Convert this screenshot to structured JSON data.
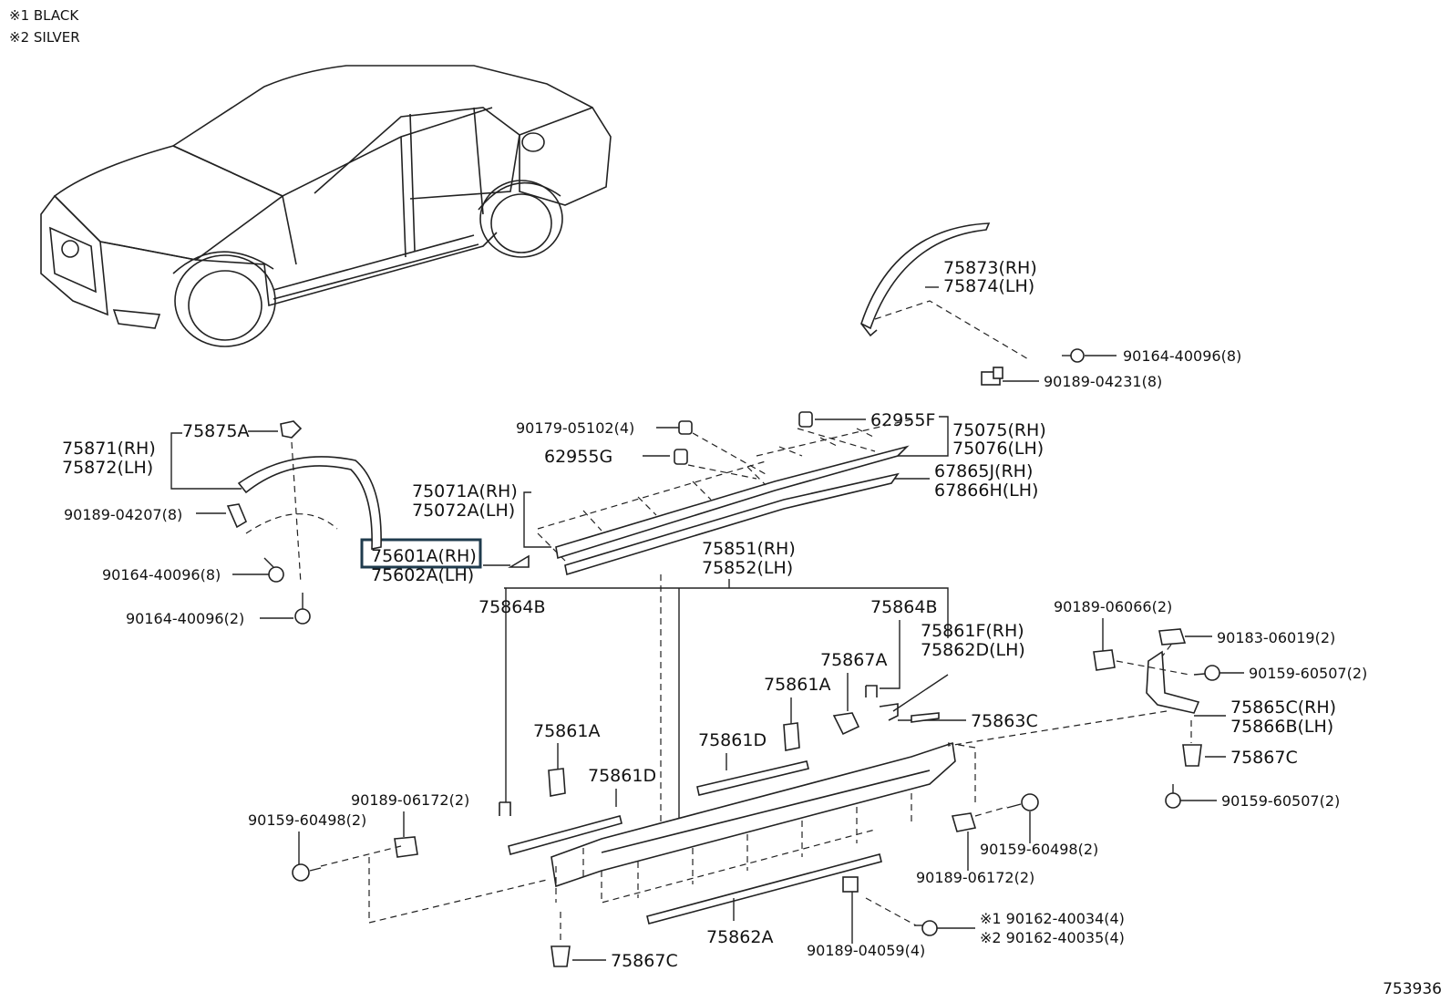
{
  "notes": [
    "※1 BLACK",
    "※2 SILVER"
  ],
  "diagram_id": "753936",
  "labels": {
    "p75873": "75873(RH)",
    "p75874": "75874(LH)",
    "p90164_40096_top": "90164-40096(8)",
    "p90189_04231": "90189-04231(8)",
    "p90179_05102": "90179-05102(4)",
    "p62955F": "62955F",
    "p75075": "75075(RH)",
    "p75076": "75076(LH)",
    "p62955G": "62955G",
    "p67865J": "67865J(RH)",
    "p67866H": "67866H(LH)",
    "p75871": "75871(RH)",
    "p75872": "75872(LH)",
    "p75875A": "75875A",
    "p90189_04207": "90189-04207(8)",
    "p75071A": "75071A(RH)",
    "p75072A": "75072A(LH)",
    "p75601A": "75601A(RH)",
    "p75602A": "75602A(LH)",
    "p90164_40096_8": "90164-40096(8)",
    "p90164_40096_2": "90164-40096(2)",
    "p75851": "75851(RH)",
    "p75852": "75852(LH)",
    "p75864B_left": "75864B",
    "p75864B_right": "75864B",
    "p90189_06066": "90189-06066(2)",
    "p90183_06019": "90183-06019(2)",
    "p75861F": "75861F(RH)",
    "p75862D": "75862D(LH)",
    "p75867A": "75867A",
    "p90159_60507_top": "90159-60507(2)",
    "p75861A_mid": "75861A",
    "p75865C": "75865C(RH)",
    "p75866B": "75866B(LH)",
    "p75863C": "75863C",
    "p75861D_mid": "75861D",
    "p75867C_right": "75867C",
    "p75861A_left": "75861A",
    "p75861D_left": "75861D",
    "p90159_60507_bot": "90159-60507(2)",
    "p90189_06172_left": "90189-06172(2)",
    "p90159_60498_left": "90159-60498(2)",
    "p90159_60498_right": "90159-60498(2)",
    "p90189_06172_right": "90189-06172(2)",
    "p90162_40034": "※1 90162-40034(4)",
    "p90162_40035": "※2 90162-40035(4)",
    "p75862A": "75862A",
    "p90189_04059": "90189-04059(4)",
    "p75867C_bottom": "75867C"
  }
}
